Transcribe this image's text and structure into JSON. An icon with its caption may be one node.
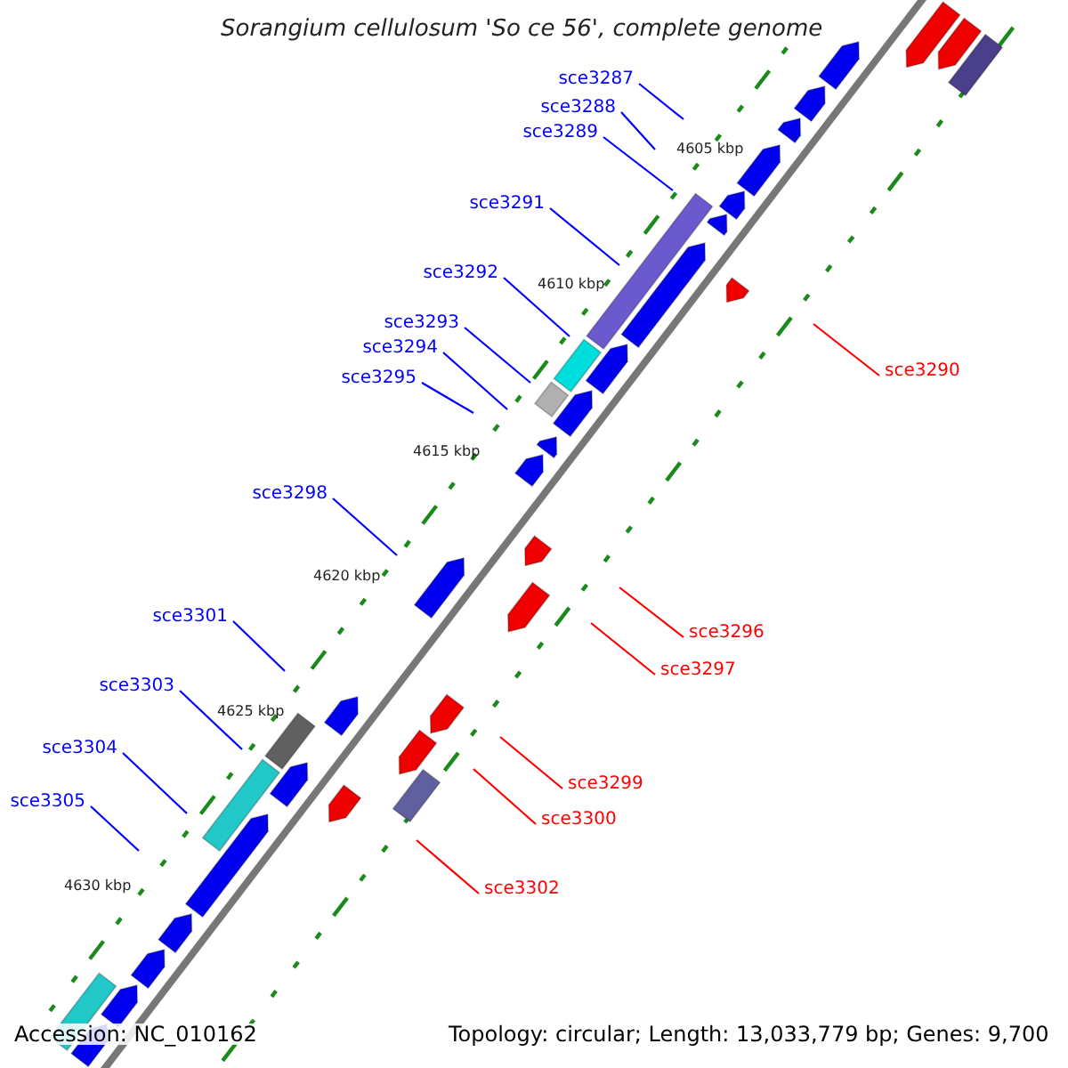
{
  "diagram": {
    "title": "Sorangium cellulosum 'So ce 56', complete genome",
    "nodes": [
      {
        "text": [
          "sce3287"
        ]
      },
      {
        "text": [
          "sce3288"
        ]
      },
      {
        "text": [
          "sce3289"
        ]
      },
      {
        "text": [
          "sce3291"
        ]
      },
      {
        "text": [
          "sce3292"
        ]
      },
      {
        "text": [
          "sce3293"
        ]
      },
      {
        "text": [
          "sce3294"
        ]
      },
      {
        "text": [
          "sce3290"
        ]
      },
      {
        "text": [
          "sce3295"
        ]
      },
      {
        "text": [
          "sce3298"
        ]
      },
      {
        "text": [
          "sce3301"
        ]
      },
      {
        "text": [
          "sce3296"
        ]
      },
      {
        "text": [
          "sce3297"
        ]
      },
      {
        "text": [
          "sce3303"
        ]
      },
      {
        "text": [
          "sce3304"
        ]
      },
      {
        "text": [
          "sce3299"
        ]
      },
      {
        "text": [
          "sce3305"
        ]
      },
      {
        "text": [
          "sce3300"
        ]
      },
      {
        "text": [
          "sce3302"
        ]
      }
    ],
    "edges": [
      {
        "from": 0,
        "to": null,
        "arrow": "none"
      },
      {
        "from": 1,
        "to": null,
        "arrow": "none"
      },
      {
        "from": 2,
        "to": null,
        "arrow": "none"
      },
      {
        "from": 3,
        "to": null,
        "arrow": "none"
      },
      {
        "from": 4,
        "to": null,
        "arrow": "none"
      },
      {
        "from": 5,
        "to": null,
        "arrow": "none"
      },
      {
        "from": 6,
        "to": null,
        "arrow": "none"
      },
      {
        "from": 7,
        "to": null,
        "arrow": "none",
        "color": "#ff0000"
      },
      {
        "from": 8,
        "to": null,
        "arrow": "none"
      },
      {
        "from": 9,
        "to": null,
        "arrow": "none"
      },
      {
        "from": 10,
        "to": null,
        "arrow": "none"
      },
      {
        "from": 11,
        "to": null,
        "arrow": "none",
        "color": "#ff0000"
      },
      {
        "from": 12,
        "to": null,
        "arrow": "none",
        "color": "#ff0000"
      },
      {
        "from": 13,
        "to": null,
        "arrow": "none"
      },
      {
        "from": 14,
        "to": null,
        "arrow": "none"
      },
      {
        "from": 15,
        "to": null,
        "arrow": "none",
        "color": "#ff0000"
      },
      {
        "from": 16,
        "to": null,
        "arrow": "none"
      },
      {
        "from": 17,
        "to": null,
        "arrow": "none",
        "color": "#ff0000"
      },
      {
        "from": 18,
        "to": null,
        "arrow": "none",
        "color": "#ff0000"
      }
    ],
    "labels": [
      "4605 kbp",
      "4610 kbp",
      "4615 kbp",
      "4620 kbp",
      "4625 kbp",
      "4630 kbp",
      "Accession: NC_010162",
      "Topology: circular; Length: 13,033,779 bp; Genes: 9,700"
    ]
  }
}
